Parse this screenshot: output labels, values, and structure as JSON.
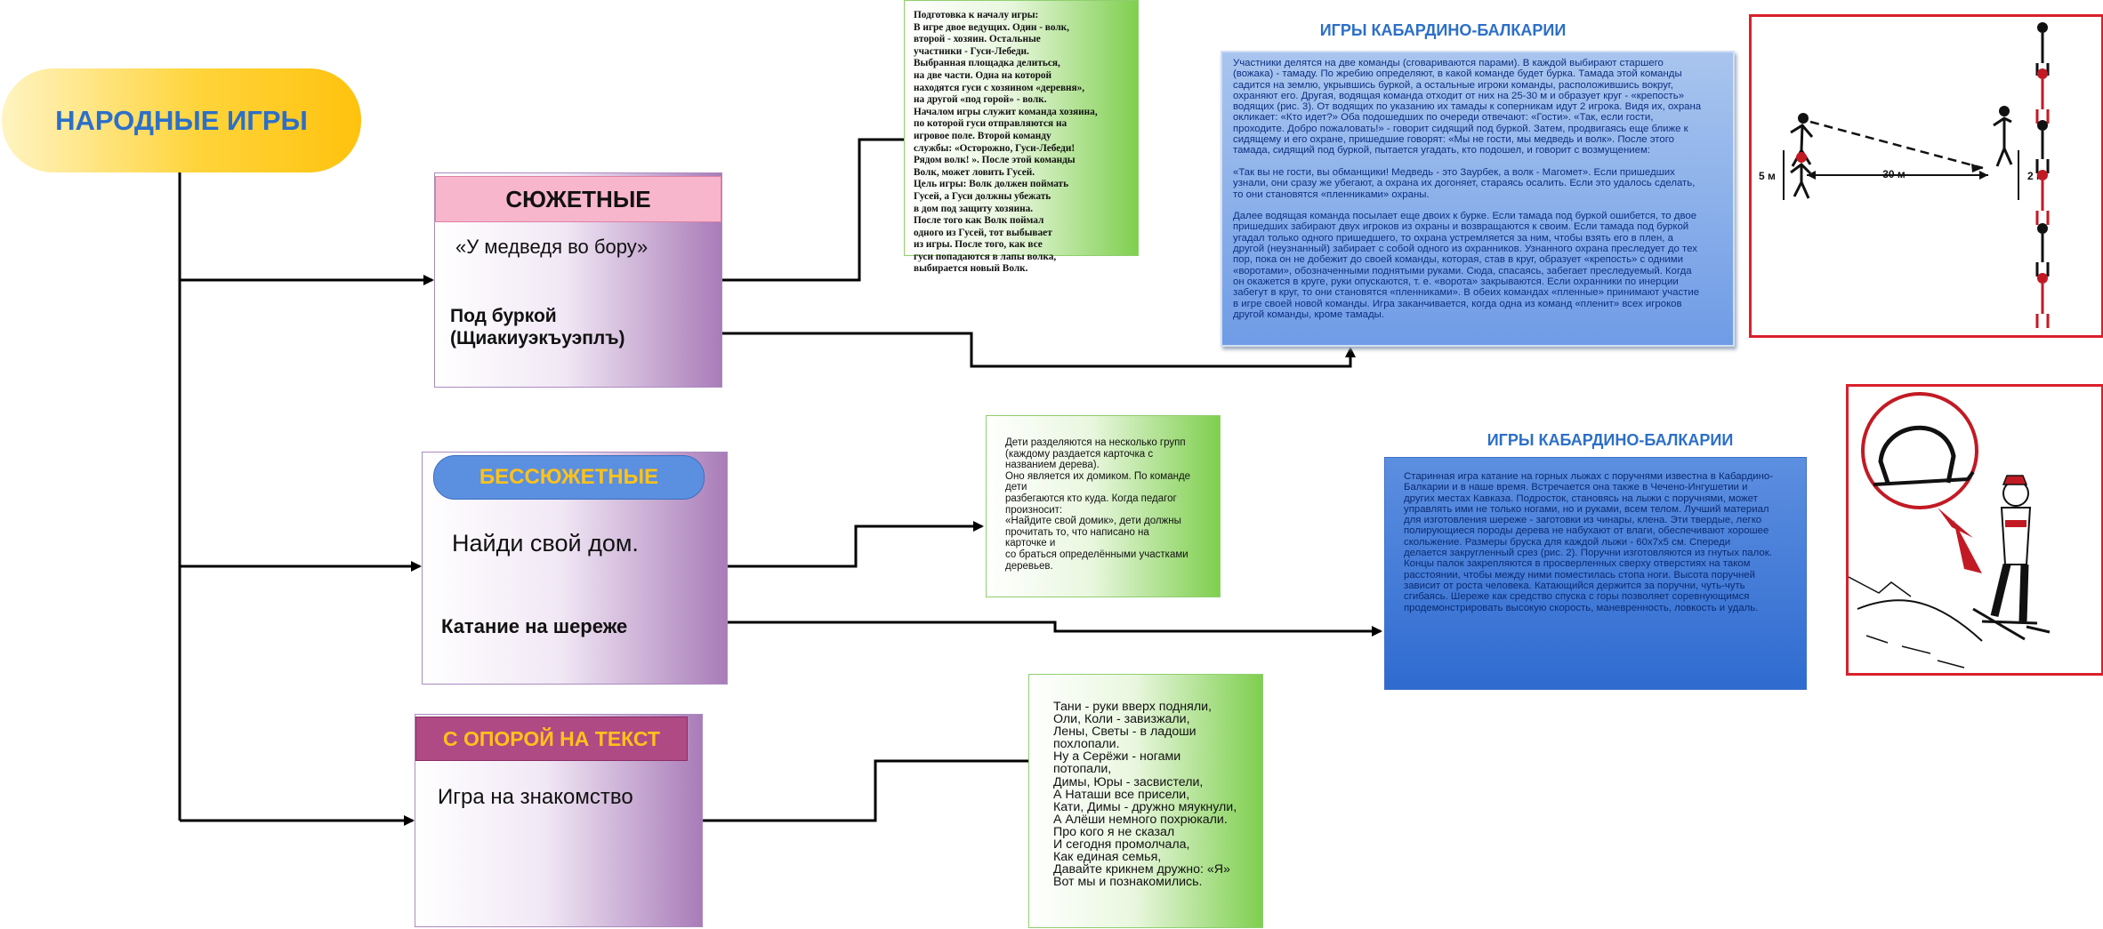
{
  "root": {
    "label": "НАРОДНЫЕ ИГРЫ"
  },
  "categories": [
    {
      "header": "СЮЖЕТНЫЕ",
      "items": [
        "«У медведя во бору»",
        "Под буркой\n(Щиакиуэкъуэплъ)"
      ]
    },
    {
      "header": "БЕССЮЖЕТНЫЕ",
      "items": [
        "Найди свой дом.",
        "Катание на шереже"
      ]
    },
    {
      "header": "С ОПОРОЙ НА ТЕКСТ",
      "items": [
        "Игра на знакомство"
      ]
    }
  ],
  "details": {
    "bear": "Подготовка к началу игры:\n В игре двое ведущих. Один - волк,\n второй - хозяин. Остальные\nучастники - Гуси-Лебеди.\n Выбранная площадка делиться,\n на две части. Одна на которой\nнаходятся гуси с хозяином «деревня»,\n на другой «под горой» - волк.\nНачалом игры служит команда хозяина,\n по которой гуси отправляются на\nигровое поле. Второй команду\n службы: «Осторожно, Гуси-Лебеди!\n Рядом волк! ». После этой команды\n Волк, может ловить Гусей.\nЦель игры: Волк должен поймать\nГусей, а Гуси должны убежать\n в дом под защиту хозяина.\nПосле того как Волк поймал\n одного из Гусей, тот выбывает\nиз игры. После того, как все\n гуси попадаются в лапы волка,\n выбирается новый Волк.",
    "house": "Дети разделяются на несколько групп\n(каждому раздается карточка с\nназванием дерева).\nОно является их домиком. По команде\nдети\nразбегаются кто куда. Когда педагог\nпроизносит:\n «Найдите свой домик», дети должны\nпрочитать то, что написано на\nкарточке и\nсо браться определёнными участками\nдеревьев.",
    "acquaintance": "Тани - руки вверх подняли,\nОли, Коли - завизжали,\nЛены, Светы - в ладоши\nпохлопали.\nНу а Серёжи - ногами\nпотопали,\nДимы, Юры - засвистели,\nА Наташи все присели,\nКати, Димы - дружно мяукнули,\nА Алёши немного похрюкали.\nПро кого я не сказал\nИ сегодня промолчала,\nКак единая семья,\nДавайте крикнем дружно: «Я»\nВот мы и познакомились."
  },
  "info_cards": [
    {
      "title": "ИГРЫ КАБАРДИНО-БАЛКАРИИ",
      "text": " Участники делятся на две команды (сговариваются парами). В каждой выбирают старшего\n(вожака) - тамаду. По жребию определяют, в какой команде будет бурка. Тамада этой команды\nсадится на землю, укрывшись буркой, а остальные игроки команды, расположившись вокруг,\nохраняют его. Другая, водящая команда отходит от них на 25-30 м и образует круг - «крепость»\nводящих (рис. 3). От водящих по указанию их тамады к соперникам идут 2 игрока. Видя их, охрана\nокликает: «Кто идет?» Оба подошедших по очереди отвечают: «Гости». «Так, если гости,\nпроходите. Добро пожаловать!» - говорит сидящий под буркой. Затем, продвигаясь еще ближе к\nсидящему и его охране, пришедшие говорят: «Мы не гости, мы медведь и волк». После этого\nтамада, сидящий под буркой, пытается угадать, кто подошел, и говорит с возмущением:\n\n«Так вы не гости, вы обманщики! Медведь - это Заурбек, а волк - Магомет». Если пришедших\nузнали, они сразу же убегают, а охрана их догоняет, стараясь осалить. Если это удалось сделать,\nто они становятся «пленниками» охраны.\n\nДалее водящая команда посылает еще двоих к бурке. Если тамада под буркой ошибется, то двое\nпришедших забирают двух игроков из охраны и возвращаются к своим. Если тамада под буркой\nугадал только одного пришедшего, то охрана устремляется за ним, чтобы взять его в плен, а\nдругой (неузнанный) забирает с собой одного из охранников. Узнанного охрана преследует до тех\nпор, пока он не добежит до своей команды, которая, став в круг, образует «крепость» с одними\n«воротами», обозначенными поднятыми руками. Сюда, спасаясь, забегает преследуемый. Когда\nон окажется в круге, руки опускаются, т. е. «ворота» закрываются. Если охранники по инерции\nзабегут в круг, то они становятся «пленниками». В обеих командах «пленные» принимают участие\nв игре своей новой команды. Игра заканчивается, когда одна из команд «пленит» всех игроков\nдругой команды, кроме тамады."
    },
    {
      "title": "ИГРЫ КАБАРДИНО-БАЛКАРИИ",
      "text": "Старинная игра катание на горных лыжах с поручнями известна в Кабардино-\nБалкарии и в наше время. Встречается она также в Чечено-Ингушетии и\nдругих местах Кавказа. Подросток, становясь на лыжи с поручнями, может\nуправлять ими не только ногами, но и руками, всем телом. Лучший материал\nдля изготовления шереже - заготовки из чинары, клена. Эти твердые, легко\nполирующиеся породы дерева не набухают от влаги, обеспечивают хорошее\nскольжение. Размеры бруска для каждой лыжи - 60х7х5 см. Спереди\nделается закругленный срез (рис. 2). Поручни изготовляются из гнутых палок.\nКонцы палок закрепляются в просверленных сверху отверстиях на таком\nрасстоянии, чтобы между ними поместилась стопа ноги. Высота поручней\nзависит от роста человека. Катающийся держится за поручни, чуть-чуть\nсгибаясь. Шереже как средство спуска с горы позволяет соревнующимся\nпродемонстрировать высокую скорость, маневренность, ловкость и удаль."
    }
  ],
  "figure_labels": {
    "left_distance": "5 м",
    "middle_distance": "30 м",
    "right_distance": "2 м"
  },
  "colors": {
    "root": "#ffc20e",
    "title_blue": "#2c6fc8",
    "header_pink": "#f7b6cc",
    "header_blue": "#5b8fdf",
    "header_magenta": "#b04a84",
    "frame_red": "#d9202b"
  }
}
